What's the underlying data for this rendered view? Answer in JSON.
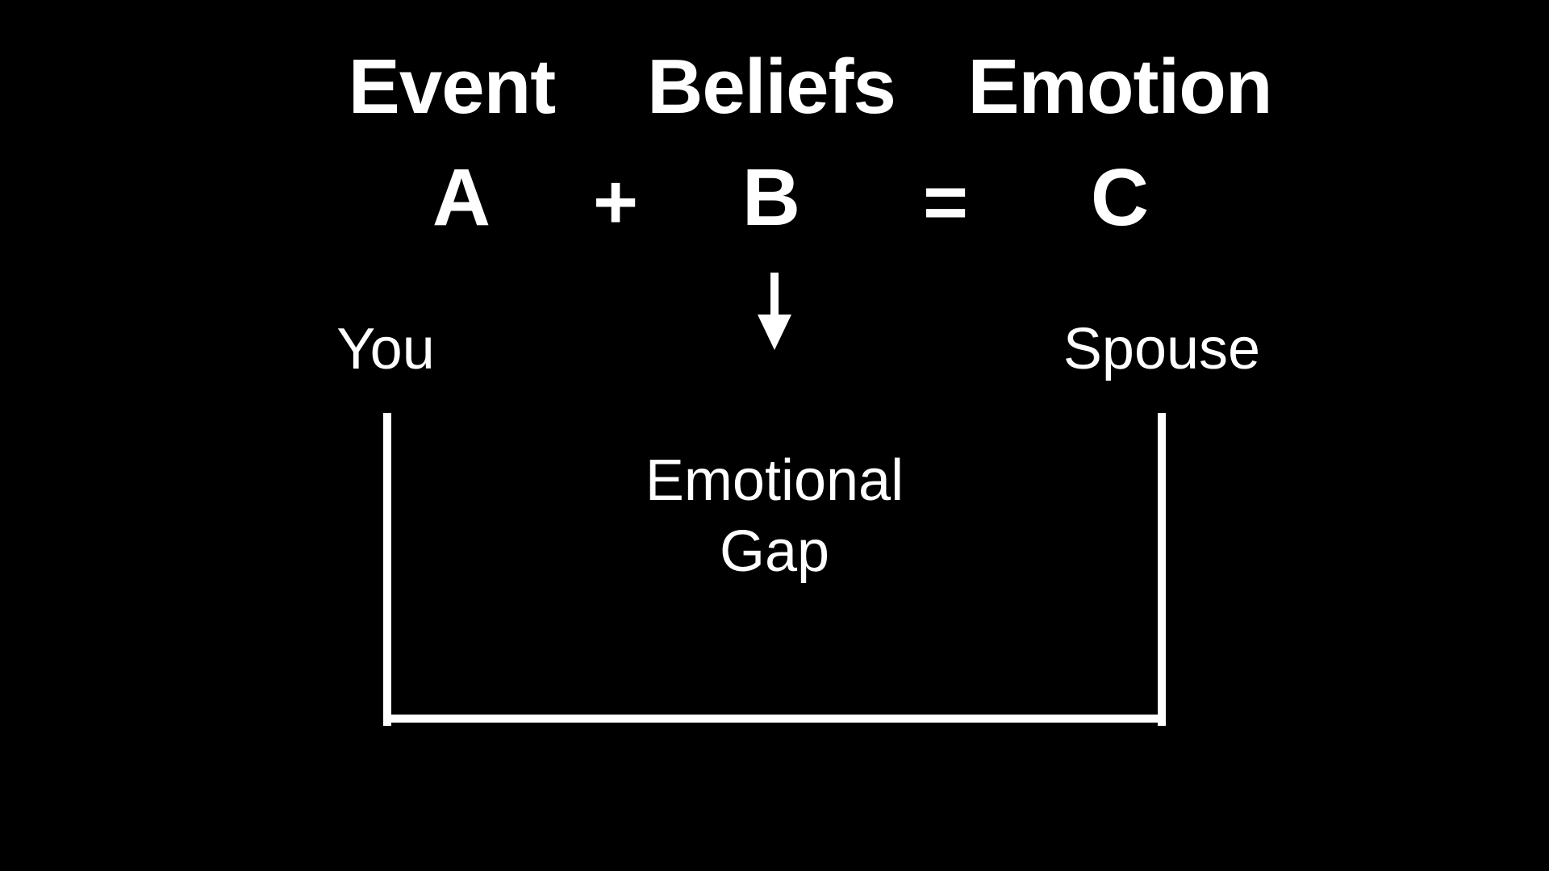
{
  "headers": {
    "event": "Event",
    "beliefs": "Beliefs",
    "emotion": "Emotion"
  },
  "equation": {
    "a": "A",
    "plus": "+",
    "b": "B",
    "equals": "=",
    "c": "C"
  },
  "people": {
    "left": "You",
    "right": "Spouse"
  },
  "gap": {
    "line1": "Emotional",
    "line2": "Gap"
  },
  "colors": {
    "background": "#000000",
    "foreground": "#ffffff"
  },
  "icons": {
    "arrow": "down-arrow-icon",
    "bracket": "gap-bracket"
  }
}
